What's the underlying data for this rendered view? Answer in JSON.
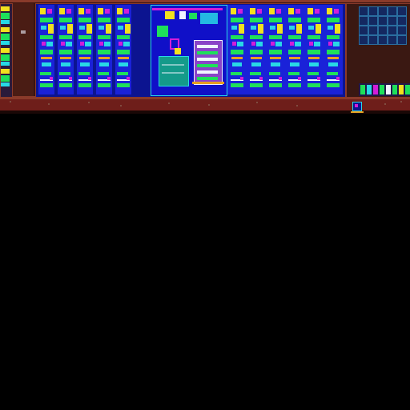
{
  "colors": {
    "substrate": "#3a1410",
    "well_red": "#6e1e1a",
    "die_edge": "#8a3a2a",
    "metal_blue": "#1a22d8",
    "metal_blue_dark": "#0c1490",
    "poly_yellow": "#f2e01e",
    "diff_green": "#1ee05a",
    "contact_magenta": "#d21ed8",
    "via_cyan": "#28d8e6",
    "metal_orange": "#e8a020",
    "white_hot": "#f0f4ff",
    "grid_cyan": "#2a6ea0",
    "background": "#000000"
  },
  "layout": {
    "left_column_cells": 4,
    "left_bank_columns": 5,
    "right_bank_columns": 6,
    "right_grid_rows": 4,
    "right_grid_cols": 5
  }
}
